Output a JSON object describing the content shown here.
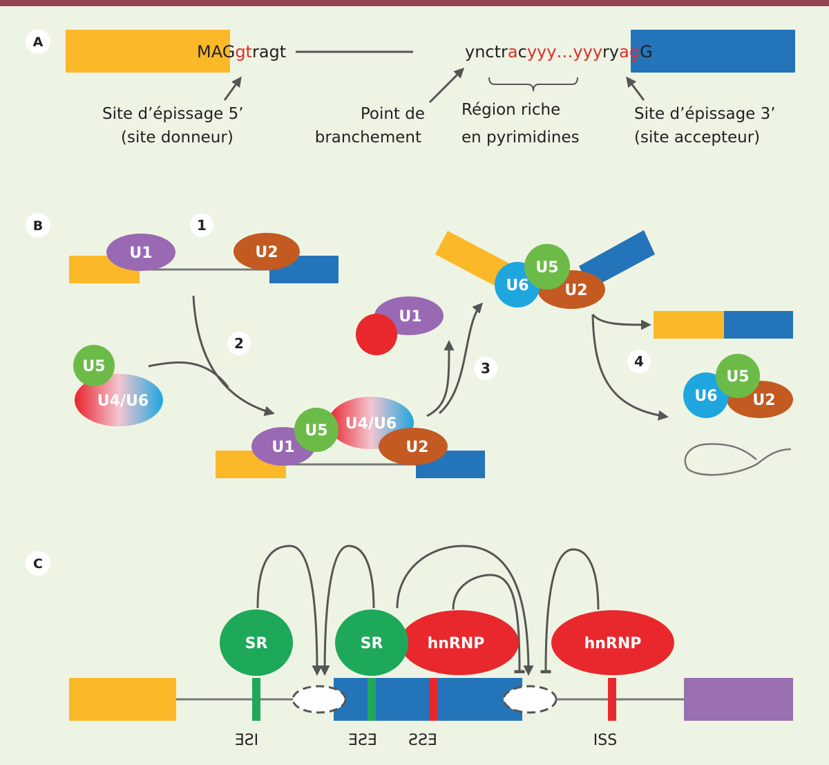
{
  "panel_labels": {
    "a": "A",
    "b": "B",
    "c": "C"
  },
  "panel_a": {
    "seq_5": {
      "pre": "MAG",
      "red": "gt",
      "post": "ragt"
    },
    "seq_3": {
      "p1": "ynctr",
      "r1": "a",
      "p2": "c",
      "r2": "yyy…yyy",
      "p3": "ry",
      "r3": "ag",
      "p4": "G"
    },
    "site5": {
      "line1": "Site d’épissage 5’",
      "line2": "(site donneur)"
    },
    "branch": {
      "line1": "Point de",
      "line2": "branchement"
    },
    "pyr": {
      "line1": "Région riche",
      "line2": "en pyrimidines"
    },
    "site3": {
      "line1": "Site d’épissage 3’",
      "line2": "(site accepteur)"
    }
  },
  "panel_b": {
    "steps": [
      "1",
      "2",
      "3",
      "4"
    ],
    "u1": "U1",
    "u2": "U2",
    "u5": "U5",
    "u6": "U6",
    "u46": "U4/U6"
  },
  "panel_c": {
    "sr": "SR",
    "hnrnp": "hnRNP",
    "ise": "ISE",
    "ese": "ESE",
    "ess": "ESS",
    "iss": "ISS"
  },
  "colors": {
    "background": "#eef4e3",
    "accent_bar": "#93424f",
    "exon_yellow": "#fbb829",
    "exon_blue": "#2474ba",
    "exon_purple": "#9a70b0",
    "u1": "#9a69b3",
    "u2": "#c25a22",
    "u5": "#6cbb49",
    "u6": "#1fa6df",
    "sr": "#1ea85a",
    "hnrnp": "#e8282c",
    "highlight_red": "#e22b2b"
  }
}
